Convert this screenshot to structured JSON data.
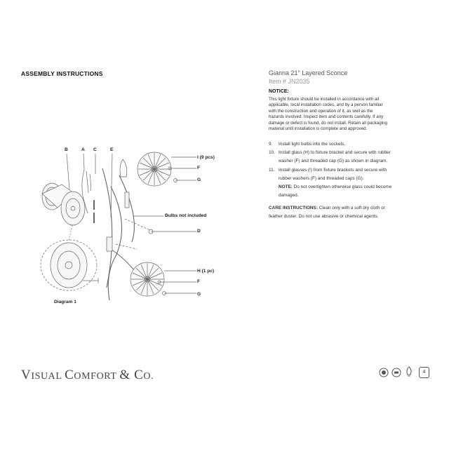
{
  "header": {
    "title": "ASSEMBLY INSTRUCTIONS"
  },
  "product": {
    "name": "Gianna 21\" Layered Sconce",
    "item": "Item # JN2035"
  },
  "notice": {
    "heading": "NOTICE:",
    "lines": [
      "This light fixture should be installed in accordance with all",
      "applicable, local installation codes, and by a person familiar",
      "with the construction and operation of it, as well as the",
      "hazards involved. Inspect item and contents carefully. If any",
      "damage or defect is found, do not install. Retain all packaging",
      "material until installation is complete and approved."
    ]
  },
  "steps": [
    {
      "num": "9.",
      "lines": [
        "Install light bulbs into the sockets."
      ]
    },
    {
      "num": "10.",
      "lines": [
        "Install glass (H) to fixture bracket and secure with rubber",
        "washer (F) and threaded cap (G) as shown in diagram."
      ]
    },
    {
      "num": "11.",
      "lines": [
        "Install glasses (I) from fixture brackets and secure with",
        "rubber washers (F) and threaded caps (G)."
      ]
    }
  ],
  "note": {
    "label": "NOTE:",
    "lines": [
      "Do not overtighten otherwise glass could become",
      "damaged."
    ]
  },
  "care": {
    "label": "CARE INSTRUCTIONS:",
    "lines": [
      "Clean only with a soft dry cloth or",
      "feather duster. Do not use abrasive or chemical agents."
    ]
  },
  "diagram": {
    "labels": {
      "B": "B",
      "A": "A",
      "C": "C",
      "E": "E",
      "I": "I (9 pcs)",
      "F1": "F",
      "G1": "G",
      "bulbs": "Bulbs not included",
      "D": "D",
      "H": "H (1 pc)",
      "F2": "F",
      "G2": "G",
      "diagram1": "Diagram 1"
    }
  },
  "footer": {
    "brand_main1": "V",
    "brand_sc1": "ISUAL ",
    "brand_main2": "C",
    "brand_sc2": "OMFORT ",
    "brand_main3": "& C",
    "brand_sc3": "O.",
    "page": "4"
  }
}
